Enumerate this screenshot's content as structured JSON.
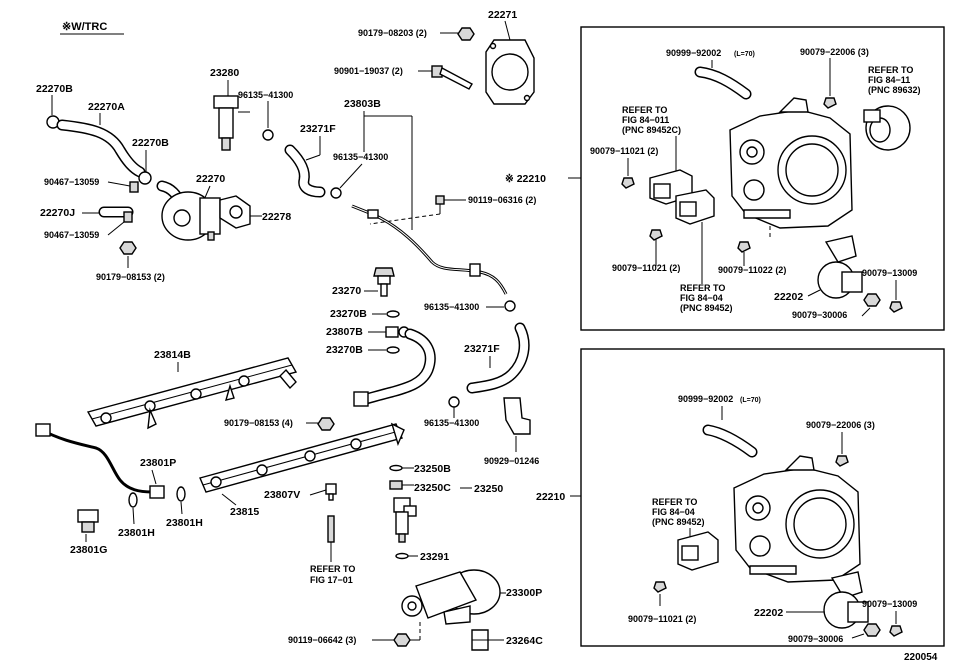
{
  "header": {
    "note": "※W/TRC",
    "code": "220054"
  },
  "labels": {
    "l_22271": "22271",
    "l_90179_08203": "90179−08203 (2)",
    "l_90901_19037": "90901−19037 (2)",
    "l_22270B_1": "22270B",
    "l_22270A": "22270A",
    "l_23280": "23280",
    "l_96135_41300_1": "96135−41300",
    "l_23803B": "23803B",
    "l_23271F_1": "23271F",
    "l_22270B_2": "22270B",
    "l_96135_41300_2": "96135−41300",
    "l_90467_13059_1": "90467−13059",
    "l_22270": "22270",
    "l_22270J": "22270J",
    "l_22278": "22278",
    "l_90119_06316": "90119−06316 (2)",
    "l_90467_13059_2": "90467−13059",
    "l_90179_08153_2": "90179−08153 (2)",
    "l_23270": "23270",
    "l_96135_41300_3": "96135−41300",
    "l_23270B_1": "23270B",
    "l_23807B": "23807B",
    "l_23270B_2": "23270B",
    "l_23271F_2": "23271F",
    "l_23814B": "23814B",
    "l_96135_41300_4": "96135−41300",
    "l_90179_08153_4": "90179−08153 (4)",
    "l_90929_01246": "90929−01246",
    "l_23801P": "23801P",
    "l_23250B": "23250B",
    "l_23250C": "23250C",
    "l_23250": "23250",
    "l_23807V": "23807V",
    "l_23815": "23815",
    "l_23801H_1": "23801H",
    "l_23801H_2": "23801H",
    "l_23801G": "23801G",
    "l_23291": "23291",
    "l_refer_17_1": "REFER TO",
    "l_refer_17_2": "FIG 17−01",
    "l_23300P": "23300P",
    "l_90119_06642": "90119−06642 (3)",
    "l_23264C": "23264C",
    "l_22210_top": "※ 22210",
    "l_22210_bot": "22210"
  },
  "top_box": {
    "l_90999": "90999−92002",
    "l_90999_len": "(L=70)",
    "l_90079_22006": "90079−22006 (3)",
    "l_ref84_11_1": "REFER TO",
    "l_ref84_11_2": "FIG 84−11",
    "l_ref84_11_3": "(PNC 89632)",
    "l_ref84_011_1": "REFER TO",
    "l_ref84_011_2": "FIG 84−011",
    "l_ref84_011_3": "(PNC 89452C)",
    "l_90079_11021_a": "90079−11021 (2)",
    "l_90079_11021_b": "90079−11021 (2)",
    "l_90079_11022": "90079−11022 (2)",
    "l_90079_13009": "90079−13009",
    "l_22202": "22202",
    "l_ref84_04_1": "REFER TO",
    "l_ref84_04_2": "FIG 84−04",
    "l_ref84_04_3": "(PNC 89452)",
    "l_90079_30006": "90079−30006"
  },
  "bottom_box": {
    "l_90999": "90999−92002",
    "l_90999_len": "(L=70)",
    "l_90079_22006": "90079−22006 (3)",
    "l_ref84_04_1": "REFER TO",
    "l_ref84_04_2": "FIG 84−04",
    "l_ref84_04_3": "(PNC 89452)",
    "l_90079_11021": "90079−11021 (2)",
    "l_22202": "22202",
    "l_90079_13009": "90079−13009",
    "l_90079_30006": "90079−30006"
  }
}
